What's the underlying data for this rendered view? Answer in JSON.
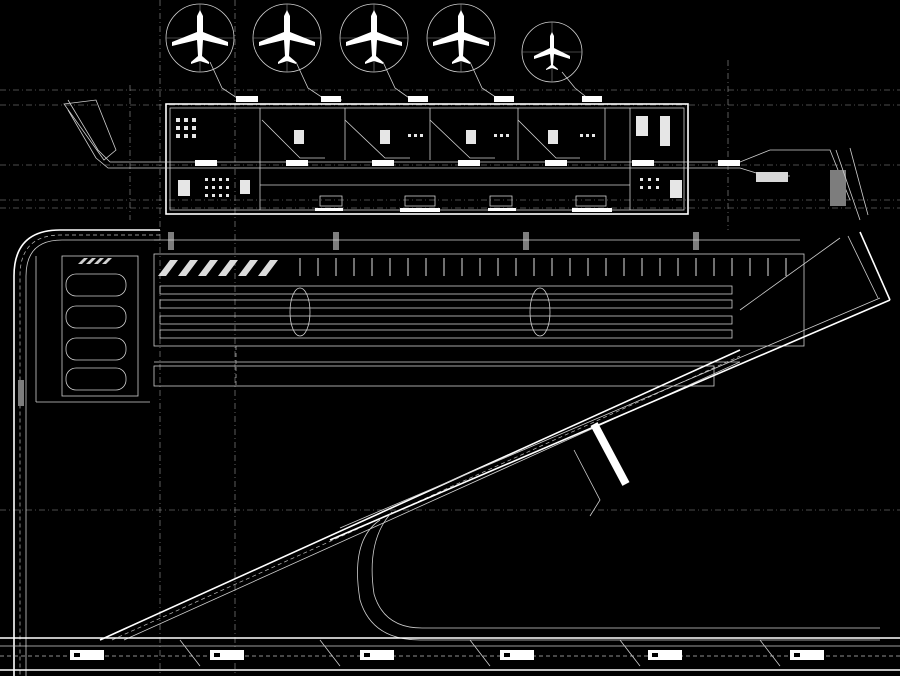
{
  "drawing": {
    "kind": "airport site plan",
    "background": "#000000",
    "line_color": "#ffffff",
    "accent_gray": "#7d7d7d"
  },
  "aircraft_stands": [
    {
      "id": "stand-1",
      "aircraft": "wide-body"
    },
    {
      "id": "stand-2",
      "aircraft": "wide-body"
    },
    {
      "id": "stand-3",
      "aircraft": "wide-body"
    },
    {
      "id": "stand-4",
      "aircraft": "wide-body"
    },
    {
      "id": "stand-5",
      "aircraft": "narrow-body"
    }
  ],
  "terminal": {
    "gate_count": 5,
    "cross_corridors": 4
  },
  "parking": {
    "bus_bays": 4,
    "car_rows": 4,
    "diagonal_bays": 6
  },
  "road_rail": {
    "train_units": 6,
    "icons": [
      "train-icon"
    ]
  }
}
